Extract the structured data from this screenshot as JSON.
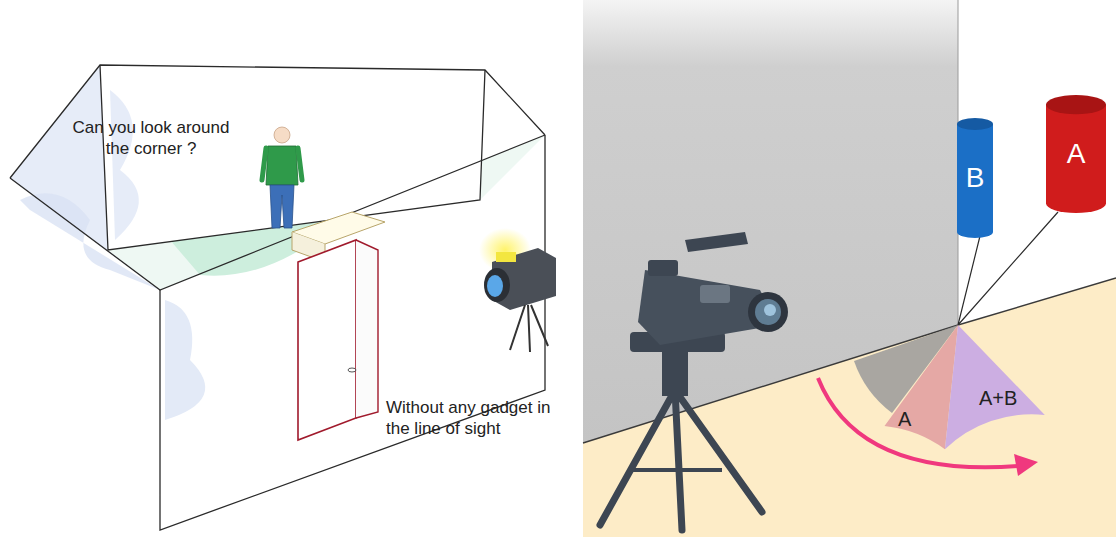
{
  "diagram": {
    "nodes": [
      {
        "text": [
          "B"
        ]
      },
      {
        "text": [
          "A"
        ]
      },
      {
        "text": [
          "A"
        ]
      },
      {
        "text": [
          "A+B"
        ]
      }
    ],
    "labels": [
      "Can you look around the corner ?",
      "Without any gadget in the line of sight"
    ]
  }
}
